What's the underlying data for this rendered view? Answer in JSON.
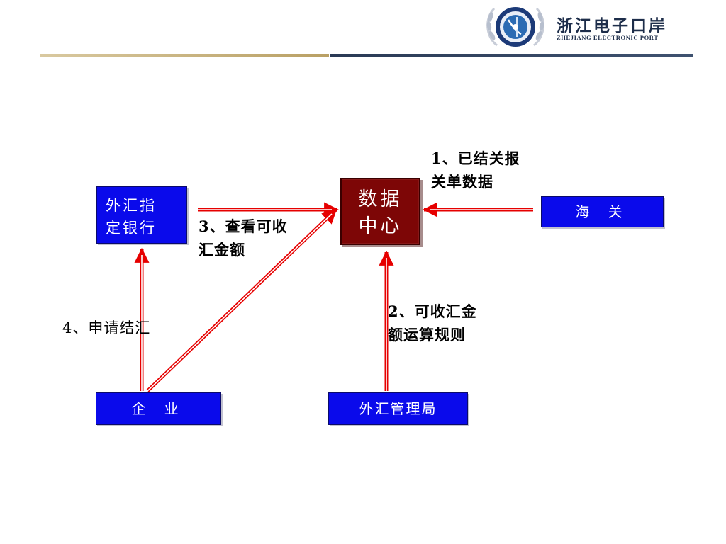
{
  "header": {
    "logo_name_cn": "浙江电子口岸",
    "logo_name_en": "ZHEJIANG ELECTRONIC PORT"
  },
  "nodes": {
    "bank": {
      "line1": "外汇指",
      "line2": "定银行"
    },
    "data_center": {
      "line1": "数据",
      "line2": "中心"
    },
    "customs": "海 关",
    "enterprise": "企 业",
    "safe": "外汇管理局"
  },
  "steps": {
    "step1": {
      "line1": "1、已结关报",
      "line2": "关单数据"
    },
    "step2": {
      "line1": "2、可收汇金",
      "line2": "额运算规则"
    },
    "step3": {
      "line1": "3、查看可收",
      "line2": "汇金额"
    },
    "step4": "4、申请结汇"
  },
  "colors": {
    "node_blue": "#0a0aeb",
    "data_center": "#7d0606",
    "arrow": "#e60000",
    "header_gold": "#c8b27a",
    "header_navy": "#2a3a55"
  }
}
